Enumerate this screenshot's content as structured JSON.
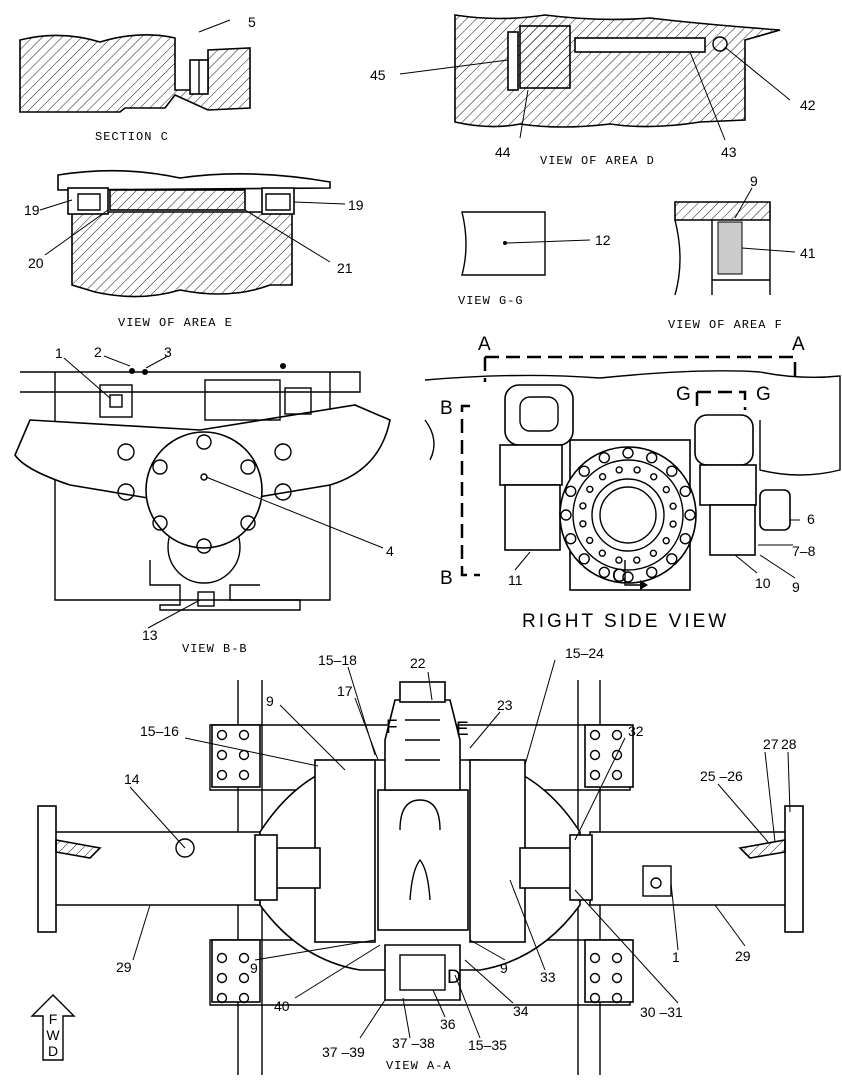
{
  "captions": {
    "section_c": "SECTION C",
    "view_area_d": "VIEW OF AREA D",
    "view_area_e": "VIEW OF AREA E",
    "view_gg": "VIEW G-G",
    "view_area_f": "VIEW OF AREA F",
    "view_bb": "VIEW B-B",
    "right_side_view": "RIGHT SIDE VIEW",
    "view_aa": "VIEW A-A"
  },
  "fwd": {
    "letters": [
      "F",
      "W",
      "D"
    ]
  },
  "section_letters": {
    "a_left": "A",
    "a_right": "A",
    "b_top": "B",
    "b_bottom": "B",
    "g_left": "G",
    "g_right": "G",
    "c_mark": "C",
    "f_mark": "F",
    "e_mark": "E",
    "d_mark": "D"
  },
  "callouts": {
    "c5": "5",
    "c45": "45",
    "c44": "44",
    "c43": "43",
    "c42": "42",
    "c19a": "19",
    "c19b": "19",
    "c20": "20",
    "c21": "21",
    "c12": "12",
    "c9f": "9",
    "c41": "41",
    "c1": "1",
    "c2": "2",
    "c3": "3",
    "c4": "4",
    "c13": "13",
    "c6": "6",
    "c7_8": "7–8",
    "c9r": "9",
    "c10": "10",
    "c11": "11",
    "c15_18": "15–18",
    "c22": "22",
    "c15_24": "15–24",
    "c9a": "9",
    "c17": "17",
    "c23": "23",
    "c32": "32",
    "c15_16": "15–16",
    "c27": "27",
    "c28": "28",
    "c25_26": "25 –26",
    "c14": "14",
    "c1b": "1",
    "c29a": "29",
    "c29b": "29",
    "c9b": "9",
    "c9c": "9",
    "c33": "33",
    "c40": "40",
    "c34": "34",
    "c30_31": "30 –31",
    "c36": "36",
    "c37_38": "37 –38",
    "c37_39": "37 –39",
    "c15_35": "15–35"
  }
}
